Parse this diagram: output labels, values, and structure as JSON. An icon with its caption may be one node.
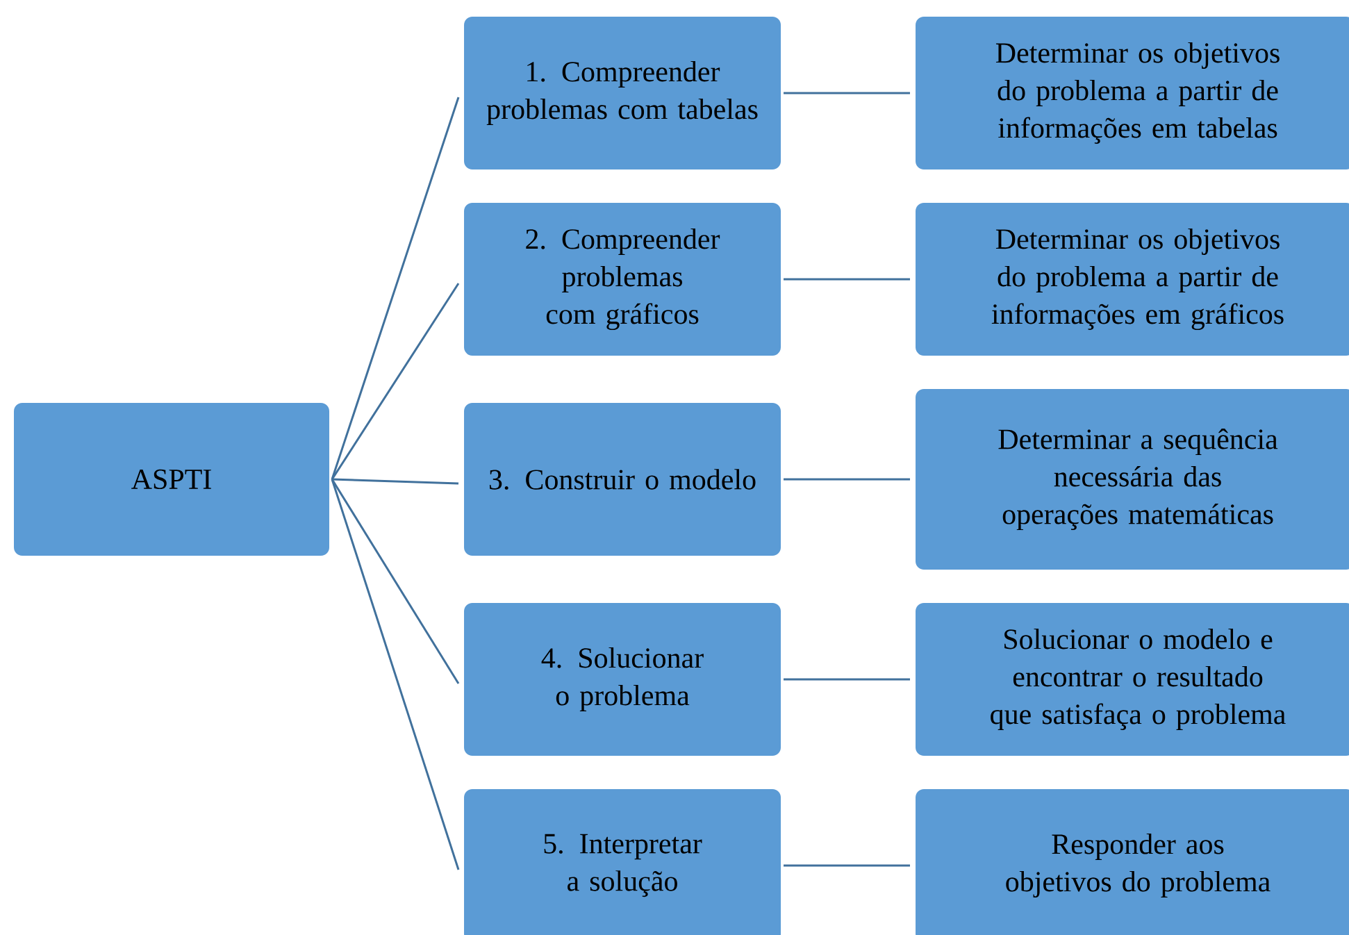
{
  "diagram": {
    "nodes": [
      {
        "text": [
          "ASPTI"
        ]
      },
      {
        "text": [
          "1. Compreender problemas com tabelas"
        ]
      },
      {
        "text": [
          "Determinar os objetivos do problema a partir de informações em tabelas"
        ]
      },
      {
        "text": [
          "2.  Compreender problemas com gráficos"
        ]
      },
      {
        "text": [
          "Determinar os objetivos do problema a partir de informações em gráficos"
        ]
      },
      {
        "text": [
          "3. Construir o modelo"
        ]
      },
      {
        "text": [
          "Determinar a sequência necessária das operações matemáticas"
        ]
      },
      {
        "text": [
          "4. Solucionar o problema"
        ]
      },
      {
        "text": [
          "Solucionar o modelo e encontrar o resultado que satisfaça o problema"
        ]
      },
      {
        "text": [
          "5. Interpretar a solução"
        ]
      },
      {
        "text": [
          "Responder aos objetivos do problema"
        ]
      }
    ],
    "edges": [
      {
        "from": 0,
        "to": 1,
        "arrow": "none"
      },
      {
        "from": 0,
        "to": 3,
        "arrow": "none"
      },
      {
        "from": 0,
        "to": 5,
        "arrow": "none"
      },
      {
        "from": 0,
        "to": 7,
        "arrow": "none"
      },
      {
        "from": 0,
        "to": 9,
        "arrow": "none"
      },
      {
        "from": 1,
        "to": 2,
        "arrow": "none"
      },
      {
        "from": 3,
        "to": 4,
        "arrow": "none"
      },
      {
        "from": 5,
        "to": 6,
        "arrow": "none"
      },
      {
        "from": 7,
        "to": 8,
        "arrow": "none"
      },
      {
        "from": 9,
        "to": 10,
        "arrow": "none"
      }
    ]
  }
}
